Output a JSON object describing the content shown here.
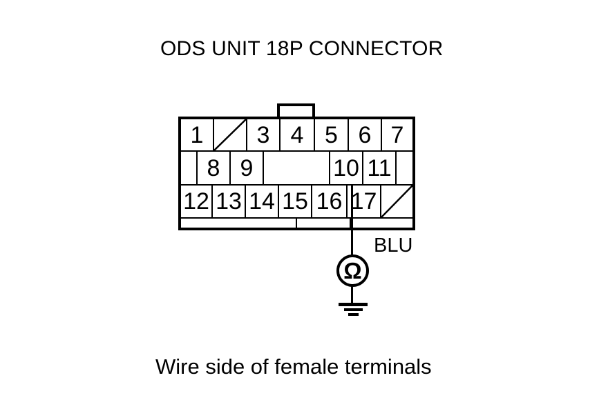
{
  "title": "ODS UNIT 18P CONNECTOR",
  "caption": "Wire side of female terminals",
  "probe": {
    "wire_color_label": "BLU",
    "meter_symbol": "Ω",
    "meter_type": "ohmmeter",
    "connected_terminal": "17",
    "termination": "ground"
  },
  "colors": {
    "line": "#000000",
    "background": "#ffffff"
  },
  "connector": {
    "pin_count_label": "18P",
    "rows": [
      {
        "cells": [
          {
            "label": "1"
          },
          {
            "label": "",
            "blocked": true
          },
          {
            "label": "3"
          },
          {
            "label": "4"
          },
          {
            "label": "5"
          },
          {
            "label": "6"
          },
          {
            "label": "7"
          }
        ]
      },
      {
        "cells": [
          {
            "label": ""
          },
          {
            "label": "8"
          },
          {
            "label": "9"
          },
          {
            "label": ""
          },
          {
            "label": "10"
          },
          {
            "label": "11"
          },
          {
            "label": ""
          }
        ]
      },
      {
        "cells": [
          {
            "label": "12"
          },
          {
            "label": "13"
          },
          {
            "label": "14"
          },
          {
            "label": "15"
          },
          {
            "label": "16"
          },
          {
            "label": "17"
          },
          {
            "label": "",
            "blocked": true
          }
        ]
      }
    ]
  }
}
